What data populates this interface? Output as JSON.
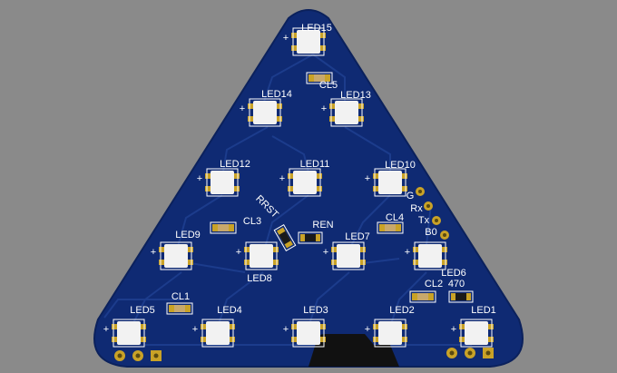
{
  "board": {
    "colors": {
      "background": "#8a8a8a",
      "soldermask": "#0f2a73",
      "trace": "#1c3c8c",
      "silkscreen": "#ffffff",
      "pad_gold": "#c9a227",
      "led_body": "#f2f2f2",
      "capacitor_body": "#c8a86b",
      "resistor_body": "#1a1a1a",
      "connector": "#111111"
    },
    "leds": [
      {
        "label": "LED1"
      },
      {
        "label": "LED2"
      },
      {
        "label": "LED3"
      },
      {
        "label": "LED4"
      },
      {
        "label": "LED5"
      },
      {
        "label": "LED6"
      },
      {
        "label": "LED7"
      },
      {
        "label": "LED8"
      },
      {
        "label": "LED9"
      },
      {
        "label": "LED10"
      },
      {
        "label": "LED11"
      },
      {
        "label": "LED12"
      },
      {
        "label": "LED13"
      },
      {
        "label": "LED14"
      },
      {
        "label": "LED15"
      }
    ],
    "capacitors": [
      {
        "label": "CL1"
      },
      {
        "label": "CL2"
      },
      {
        "label": "CL3"
      },
      {
        "label": "CL4"
      },
      {
        "label": "CL5"
      }
    ],
    "resistors": [
      {
        "label": "RRST"
      },
      {
        "label": "REN"
      },
      {
        "label": "470"
      }
    ],
    "header_pins": [
      {
        "label": "G"
      },
      {
        "label": "Rx"
      },
      {
        "label": "Tx"
      },
      {
        "label": "B0"
      }
    ]
  }
}
